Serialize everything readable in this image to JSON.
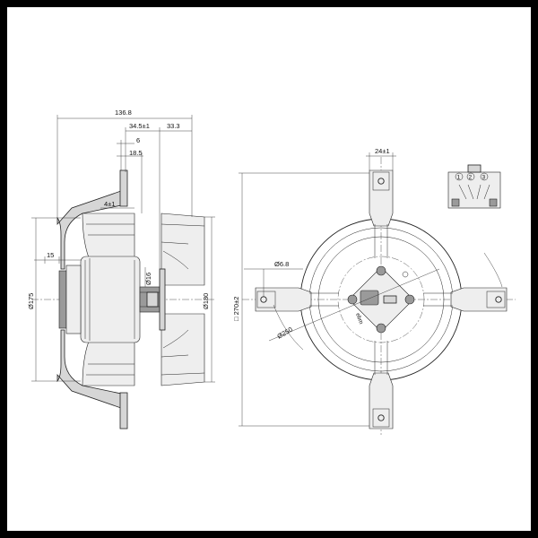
{
  "side_view": {
    "dims": {
      "overall_depth": "136.8",
      "hub_depth": "34.5±1",
      "outlet_depth": "33.3",
      "flange_thickness": "6",
      "hub_offset": "18.5",
      "flange_step": "4±1",
      "motor_offset": "15",
      "shaft_dia": "Ø16",
      "inlet_dia": "Ø175",
      "impeller_dia": "Ø180"
    }
  },
  "front_view": {
    "dims": {
      "arm_width": "24±1",
      "hole_dia": "Ø6.8",
      "bolt_circle": "Ø250",
      "overall_size": "□ 270±2"
    },
    "logo": "ebm"
  },
  "wiring": {
    "terminals": [
      "1",
      "2",
      "3"
    ]
  }
}
